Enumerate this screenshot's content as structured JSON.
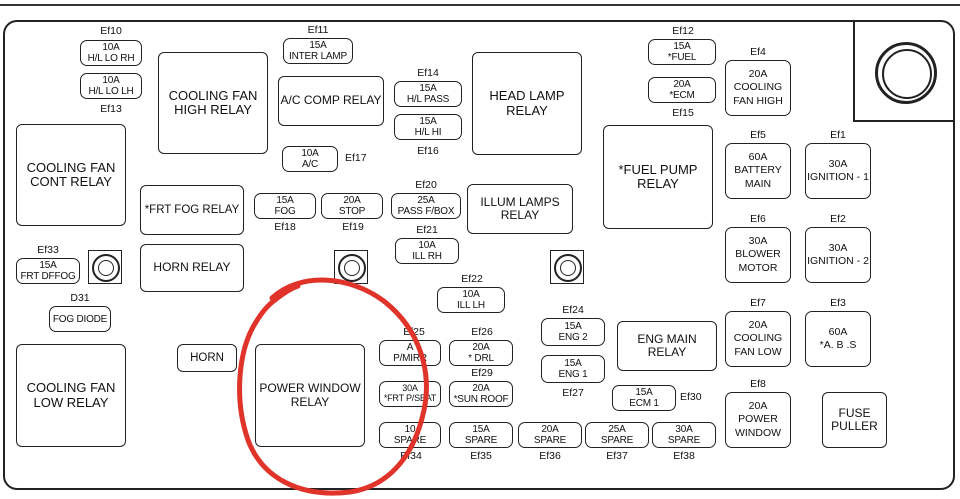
{
  "relays": {
    "cooling_fan_high": [
      "COOLING FAN",
      "HIGH RELAY"
    ],
    "ac_comp": [
      "A/C COMP RELAY"
    ],
    "head_lamp": [
      "HEAD LAMP",
      "RELAY"
    ],
    "cooling_fan_cont": [
      "COOLING FAN",
      "CONT RELAY"
    ],
    "fuel_pump": [
      "*FUEL PUMP",
      "RELAY"
    ],
    "frt_fog": [
      "*FRT FOG RELAY"
    ],
    "illum_lamps": [
      "ILLUM LAMPS",
      "RELAY"
    ],
    "horn_relay": [
      "HORN RELAY"
    ],
    "horn": [
      "HORN"
    ],
    "eng_main": [
      "ENG MAIN",
      "RELAY"
    ],
    "cooling_fan_low": [
      "COOLING FAN",
      "LOW RELAY"
    ],
    "power_window": [
      "POWER WINDOW",
      "RELAY"
    ],
    "fuse_puller": [
      "FUSE",
      "PULLER"
    ]
  },
  "fuses": {
    "ef10": {
      "id": "Ef10",
      "lines": [
        "10A",
        "H/L LO RH"
      ]
    },
    "ef13": {
      "id": "Ef13",
      "lines": [
        "10A",
        "H/L LO LH"
      ]
    },
    "ef11": {
      "id": "Ef11",
      "lines": [
        "15A",
        "INTER LAMP"
      ]
    },
    "ef14": {
      "id": "Ef14",
      "lines": [
        "15A",
        "H/L PASS"
      ]
    },
    "ef16": {
      "id": "Ef16",
      "lines": [
        "15A",
        "H/L HI"
      ]
    },
    "ef17": {
      "id": "Ef17",
      "lines": [
        "10A",
        "A/C"
      ]
    },
    "ef12": {
      "id": "Ef12",
      "lines": [
        "15A",
        "*FUEL"
      ]
    },
    "ef15": {
      "id": "Ef15",
      "lines": [
        "20A",
        "*ECM"
      ]
    },
    "ef4": {
      "id": "Ef4",
      "lines": [
        "20A",
        "COOLING",
        "FAN HIGH"
      ]
    },
    "ef5": {
      "id": "Ef5",
      "lines": [
        "60A",
        "BATTERY",
        "MAIN"
      ]
    },
    "ef1": {
      "id": "Ef1",
      "lines": [
        "30A",
        "IGNITION - 1"
      ]
    },
    "ef18": {
      "id": "Ef18",
      "lines": [
        "15A",
        "FOG"
      ]
    },
    "ef19": {
      "id": "Ef19",
      "lines": [
        "20A",
        "STOP"
      ]
    },
    "ef20": {
      "id": "Ef20",
      "lines": [
        "25A",
        "PASS F/BOX"
      ]
    },
    "ef21": {
      "id": "Ef21",
      "lines": [
        "10A",
        "ILL RH"
      ]
    },
    "ef33": {
      "id": "Ef33",
      "lines": [
        "15A",
        "FRT DFFOG"
      ]
    },
    "ef6": {
      "id": "Ef6",
      "lines": [
        "30A",
        "BLOWER",
        "MOTOR"
      ]
    },
    "ef2": {
      "id": "Ef2",
      "lines": [
        "30A",
        "IGNITION - 2"
      ]
    },
    "ef22": {
      "id": "Ef22",
      "lines": [
        "10A",
        "ILL LH"
      ]
    },
    "d31": {
      "id": "D31",
      "lines": [
        "FOG DIODE"
      ]
    },
    "ef24": {
      "id": "Ef24",
      "lines": [
        "15A",
        "ENG 2"
      ]
    },
    "ef7": {
      "id": "Ef7",
      "lines": [
        "20A",
        "COOLING",
        "FAN LOW"
      ]
    },
    "ef3": {
      "id": "Ef3",
      "lines": [
        "60A",
        "*A. B .S"
      ]
    },
    "ef25": {
      "id": "Ef25",
      "lines": [
        "A",
        "P/MIRR"
      ]
    },
    "ef26": {
      "id": "Ef26",
      "lines": [
        "20A",
        "* DRL"
      ]
    },
    "ef29": {
      "id": "Ef29",
      "lines": [
        "20A",
        "*SUN ROOF"
      ]
    },
    "ef28": {
      "lines": [
        "30A",
        "*FRT P/SEAT"
      ]
    },
    "ef27": {
      "id": "Ef27",
      "lines": [
        "15A",
        "ENG 1"
      ]
    },
    "ef30": {
      "id": "Ef30",
      "lines": [
        "15A",
        "ECM 1"
      ]
    },
    "ef8": {
      "id": "Ef8",
      "lines": [
        "20A",
        "POWER",
        "WINDOW"
      ]
    },
    "ef34": {
      "id": "Ef34",
      "lines": [
        "10",
        "SPARE"
      ]
    },
    "ef35": {
      "id": "Ef35",
      "lines": [
        "15A",
        "SPARE"
      ]
    },
    "ef36": {
      "id": "Ef36",
      "lines": [
        "20A",
        "SPARE"
      ]
    },
    "ef37": {
      "id": "Ef37",
      "lines": [
        "25A",
        "SPARE"
      ]
    },
    "ef38": {
      "id": "Ef38",
      "lines": [
        "30A",
        "SPARE"
      ]
    }
  },
  "colors": {
    "ink": "#222222",
    "annotation": "#e0342a"
  }
}
